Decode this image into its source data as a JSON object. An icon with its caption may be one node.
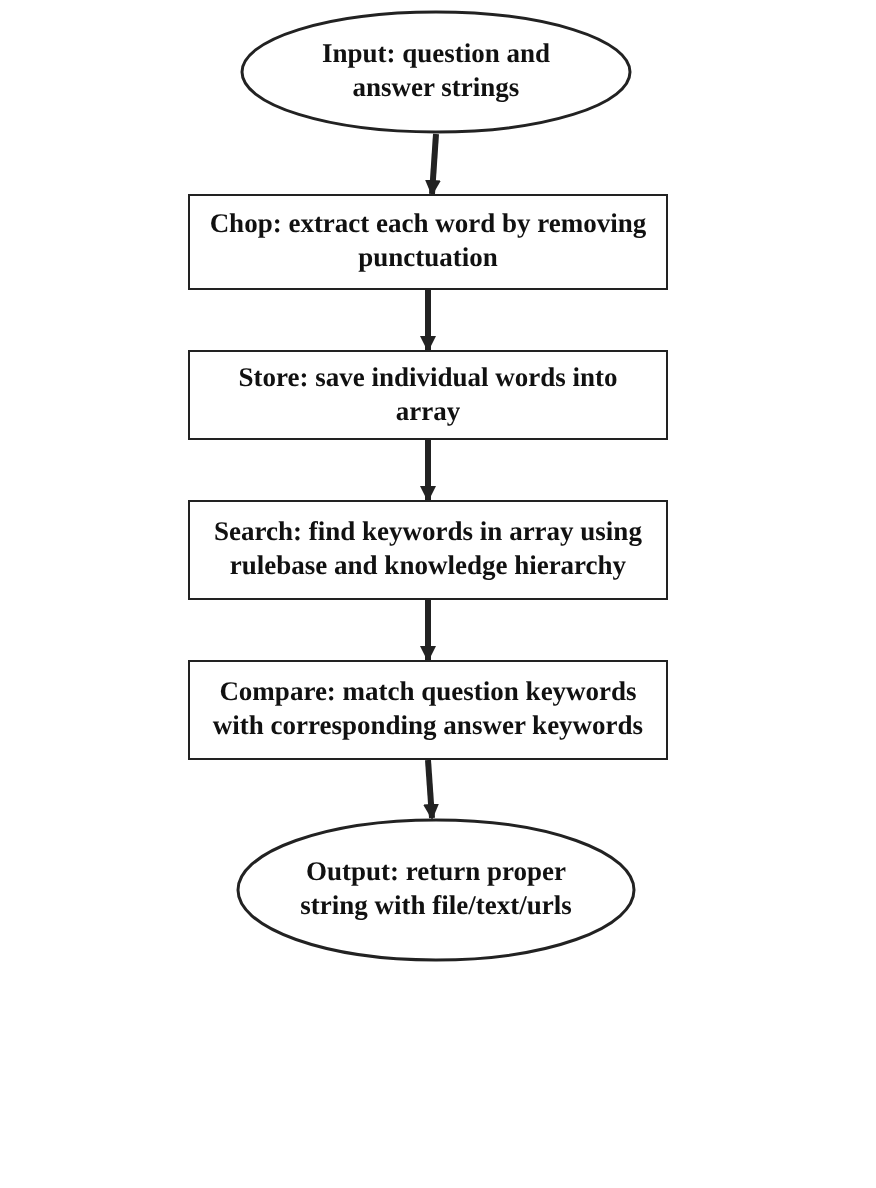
{
  "diagram": {
    "nodes": [
      {
        "text": [
          "Input: question and answer strings"
        ]
      },
      {
        "text": [
          "Chop: extract each word by removing punctuation"
        ]
      },
      {
        "text": [
          "Store: save individual words into array"
        ]
      },
      {
        "text": [
          "Search: find keywords in array using rulebase and knowledge hierarchy"
        ]
      },
      {
        "text": [
          "Compare: match question keywords with corresponding answer keywords"
        ]
      },
      {
        "text": [
          "Output: return proper string with file/text/urls"
        ]
      }
    ],
    "edges": [
      {
        "from": 0,
        "to": 1,
        "arrow": "to"
      },
      {
        "from": 1,
        "to": 2,
        "arrow": "to"
      },
      {
        "from": 2,
        "to": 3,
        "arrow": "to"
      },
      {
        "from": 3,
        "to": 4,
        "arrow": "to"
      },
      {
        "from": 4,
        "to": 5,
        "arrow": "to"
      }
    ]
  }
}
